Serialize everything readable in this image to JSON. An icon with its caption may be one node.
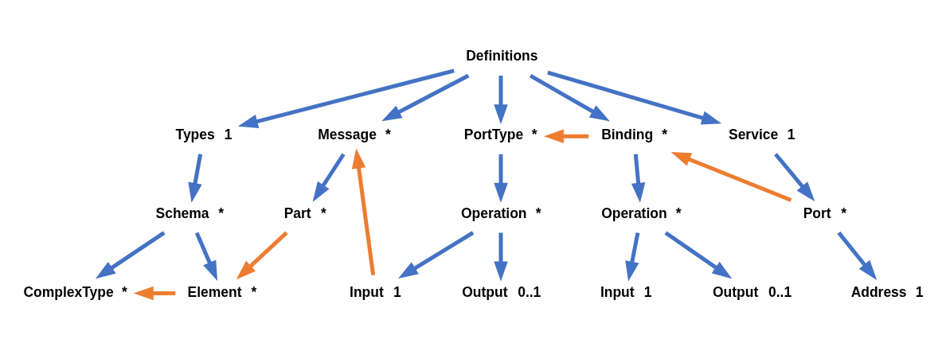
{
  "diagram": {
    "nodes": [
      {
        "text": [
          "Definitions"
        ]
      },
      {
        "text": [
          "Types"
        ],
        "beside": [
          "1"
        ]
      },
      {
        "text": [
          "Message"
        ],
        "beside": [
          "*"
        ]
      },
      {
        "text": [
          "PortType"
        ],
        "beside": [
          "*"
        ]
      },
      {
        "text": [
          "Binding"
        ],
        "beside": [
          "*"
        ]
      },
      {
        "text": [
          "Service"
        ],
        "beside": [
          "1"
        ]
      },
      {
        "text": [
          "Schema"
        ],
        "beside": [
          "*"
        ]
      },
      {
        "text": [
          "Part"
        ],
        "beside": [
          "*"
        ]
      },
      {
        "text": [
          "Operation"
        ],
        "beside": [
          "*"
        ]
      },
      {
        "text": [
          "Operation"
        ],
        "beside": [
          "*"
        ]
      },
      {
        "text": [
          "Port"
        ],
        "beside": [
          "*"
        ]
      },
      {
        "text": [
          "ComplexType"
        ],
        "beside": [
          "*"
        ]
      },
      {
        "text": [
          "Element"
        ],
        "beside": [
          "*"
        ]
      },
      {
        "text": [
          "Input"
        ],
        "beside": [
          "1"
        ]
      },
      {
        "text": [
          "Output"
        ],
        "beside": [
          "0..1"
        ]
      },
      {
        "text": [
          "Input"
        ],
        "beside": [
          "1"
        ]
      },
      {
        "text": [
          "Output"
        ],
        "beside": [
          "0..1"
        ]
      },
      {
        "text": [
          "Address"
        ],
        "beside": [
          "1"
        ]
      }
    ],
    "edges": [
      {
        "from": 0,
        "to": 1,
        "arrow": "to"
      },
      {
        "from": 0,
        "to": 2,
        "arrow": "to"
      },
      {
        "from": 0,
        "to": 3,
        "arrow": "to"
      },
      {
        "from": 0,
        "to": 4,
        "arrow": "to"
      },
      {
        "from": 0,
        "to": 5,
        "arrow": "to"
      },
      {
        "from": 1,
        "to": 6,
        "arrow": "to"
      },
      {
        "from": 2,
        "to": 7,
        "arrow": "to"
      },
      {
        "from": 3,
        "to": 8,
        "arrow": "to"
      },
      {
        "from": 4,
        "to": 9,
        "arrow": "to"
      },
      {
        "from": 5,
        "to": 10,
        "arrow": "to"
      },
      {
        "from": 6,
        "to": 11,
        "arrow": "to"
      },
      {
        "from": 6,
        "to": 12,
        "arrow": "to"
      },
      {
        "from": 8,
        "to": 13,
        "arrow": "to"
      },
      {
        "from": 8,
        "to": 14,
        "arrow": "to"
      },
      {
        "from": 9,
        "to": 15,
        "arrow": "to"
      },
      {
        "from": 9,
        "to": 16,
        "arrow": "to"
      },
      {
        "from": 10,
        "to": 17,
        "arrow": "to"
      },
      {
        "from": 4,
        "to": 3,
        "arrow": "to",
        "color": "#ed7d31"
      },
      {
        "from": 10,
        "to": 4,
        "arrow": "to",
        "color": "#ed7d31"
      },
      {
        "from": 7,
        "to": 12,
        "arrow": "to",
        "color": "#ed7d31"
      },
      {
        "from": 12,
        "to": 11,
        "arrow": "to",
        "color": "#ed7d31"
      },
      {
        "from": 13,
        "to": 2,
        "arrow": "to",
        "color": "#ed7d31"
      }
    ]
  }
}
